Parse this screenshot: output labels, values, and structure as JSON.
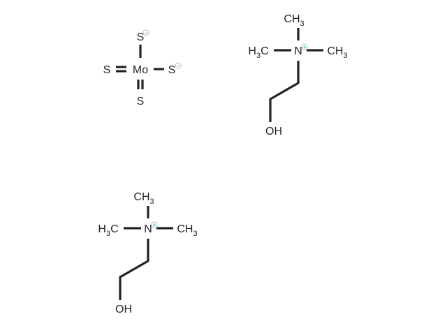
{
  "diagram": {
    "type": "chemical-structure",
    "fragments": [
      {
        "name": "tetrathiomolybdate",
        "atoms": {
          "center": "Mo",
          "top": "S",
          "top_charge": "−",
          "left": "S",
          "right": "S",
          "right_charge": "−",
          "bottom": "S"
        },
        "bonds": [
          "Mo-S(top) single",
          "Mo=S(left) double",
          "Mo-S(right) single",
          "Mo=S(bottom) double"
        ]
      },
      {
        "name": "choline-cation-1",
        "atoms": {
          "center": "N",
          "center_charge": "+",
          "top": "CH",
          "top_sub": "3",
          "left_pre": "H",
          "left_sub": "3",
          "left_post": "C",
          "right": "CH",
          "right_sub": "3",
          "hydroxyl": "OH"
        }
      },
      {
        "name": "choline-cation-2",
        "atoms": {
          "center": "N",
          "center_charge": "+",
          "top": "CH",
          "top_sub": "3",
          "left_pre": "H",
          "left_sub": "3",
          "left_post": "C",
          "right": "CH",
          "right_sub": "3",
          "hydroxyl": "OH"
        }
      }
    ],
    "colors": {
      "ink": "#1f2328",
      "charge": "#18b4c8",
      "charge_ring": "#b8bcc0"
    }
  }
}
